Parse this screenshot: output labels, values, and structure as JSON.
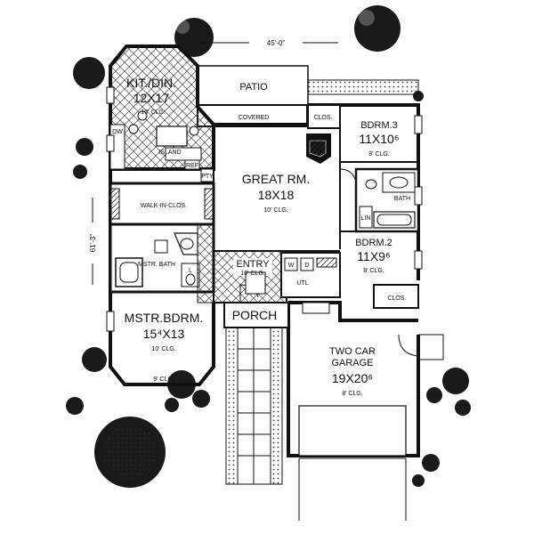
{
  "plan": {
    "dimensions": {
      "width": "45'-0\"",
      "depth": "61'-3\""
    },
    "rooms": {
      "kitchen": {
        "name": "KIT./DIN.",
        "size": "12X17",
        "ceiling": "10' CLG."
      },
      "patio": {
        "name": "PATIO",
        "note": "COVERED"
      },
      "great_room": {
        "name": "GREAT RM.",
        "size": "18X18",
        "ceiling": "10' CLG."
      },
      "bedroom3": {
        "name": "BDRM.3",
        "size": "11X10⁶",
        "ceiling": "8' CLG."
      },
      "bedroom2": {
        "name": "BDRM.2",
        "size": "11X9⁶",
        "ceiling": "8' CLG."
      },
      "walk_in_closet": {
        "name": "WALK-IN-CLOS."
      },
      "master_bath": {
        "name": "MSTR. BATH"
      },
      "entry": {
        "name": "ENTRY",
        "ceiling": "10' CLG."
      },
      "porch": {
        "name": "PORCH"
      },
      "master_bedroom": {
        "name": "MSTR.BDRM.",
        "size": "15⁴X13",
        "ceiling": "10' CLG.",
        "bay_ceiling": "9' CLG."
      },
      "garage": {
        "name": "TWO CAR",
        "name2": "GARAGE",
        "size": "19X20⁶",
        "ceiling": "8' CLG."
      }
    },
    "fixtures": {
      "dw": "DW",
      "island": "ISLAND",
      "ref": "REF",
      "pty": "PTY",
      "clos_bdrm3": "CLOS.",
      "bath": "BATH",
      "lin": "LIN",
      "clos_bdrm2": "CLOS.",
      "washer": "W",
      "dryer": "D",
      "utl": "UTL",
      "l": "L"
    }
  }
}
